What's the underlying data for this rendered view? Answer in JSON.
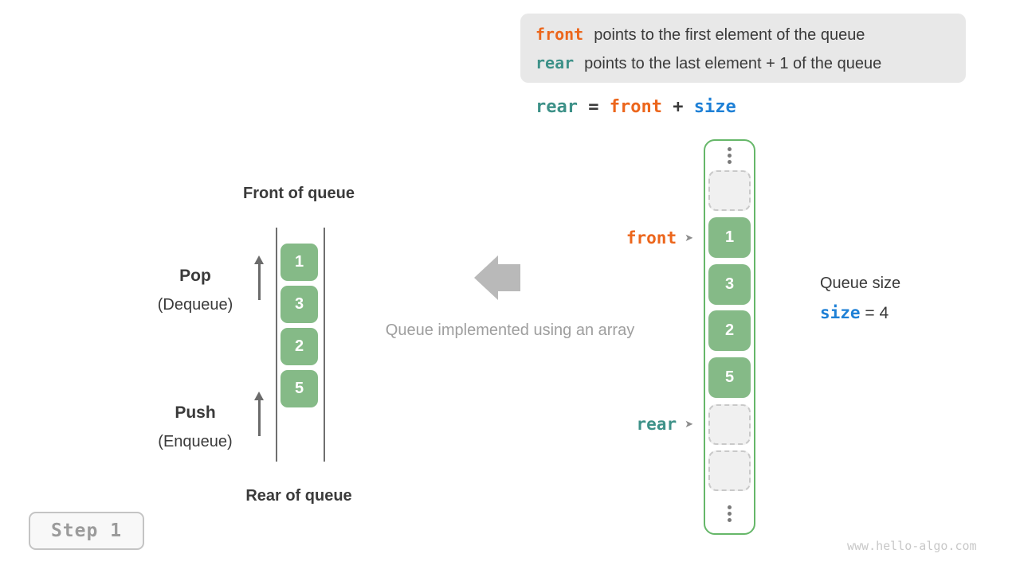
{
  "palette": {
    "orange": "#ec661c",
    "teal": "#3d9188",
    "blue": "#1e80d6",
    "green_fill": "#85ba87",
    "green_border": "#66b769",
    "gray_caption": "#9e9e9e",
    "dark_text": "#3a3a3a",
    "block_arrow_gray": "#b9b9b9"
  },
  "legend": {
    "lines": [
      {
        "keyword": "front",
        "text": "points to the first element of the queue"
      },
      {
        "keyword": "rear",
        "text": "points to the last element + 1 of the queue"
      }
    ]
  },
  "formula": {
    "parts": [
      {
        "text": "rear"
      },
      {
        "text": " = "
      },
      {
        "text": "front"
      },
      {
        "text": " + "
      },
      {
        "text": "size"
      }
    ]
  },
  "left_queue": {
    "front_label": "Front of queue",
    "rear_label": "Rear of queue",
    "pop_title": "Pop",
    "pop_subtitle": "(Dequeue)",
    "push_title": "Push",
    "push_subtitle": "(Enqueue)",
    "cells": [
      "1",
      "3",
      "2",
      "5"
    ]
  },
  "center": {
    "caption": "Queue implemented using an array"
  },
  "array_panel": {
    "values": [
      "1",
      "3",
      "2",
      "5"
    ],
    "front_pointer": "front",
    "rear_pointer": "rear",
    "pointer_glyph": "➤"
  },
  "queue_size": {
    "title": "Queue size",
    "variable": "size",
    "rest": " = 4"
  },
  "step": {
    "label": "Step 1"
  },
  "watermark": {
    "text": "www.hello-algo.com"
  }
}
